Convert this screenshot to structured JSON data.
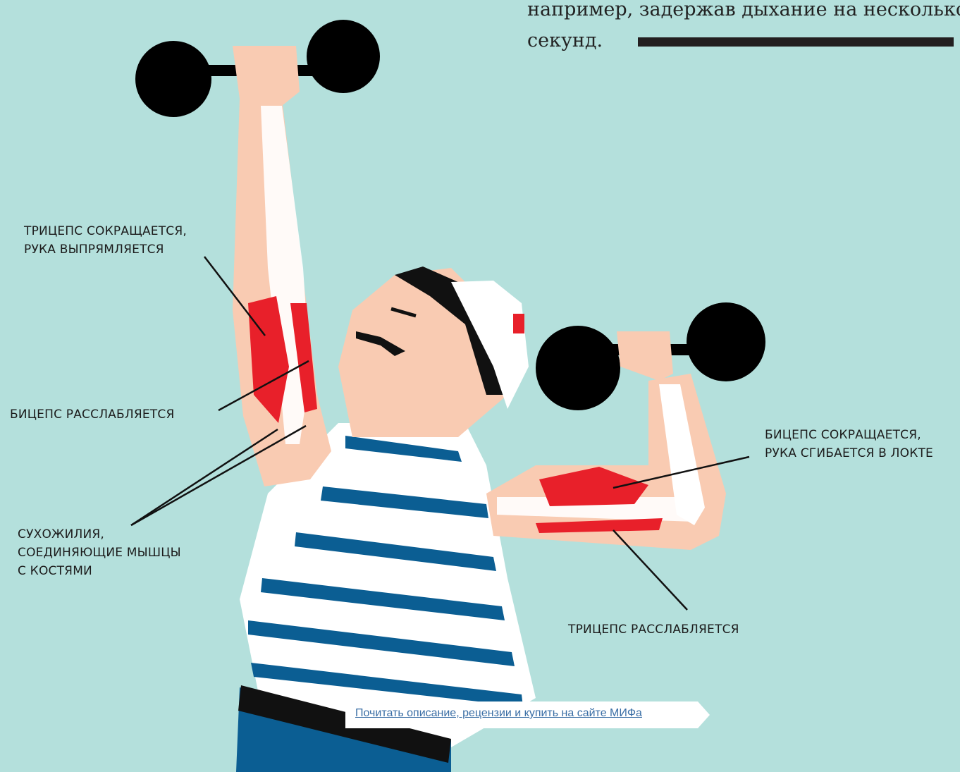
{
  "colors": {
    "background": "#b4e0dc",
    "skin": "#f9cbb2",
    "muscle": "#e8202a",
    "stripe": "#0b5e93",
    "dumbbell": "#000000",
    "link": "#3a6ea5"
  },
  "body_text": {
    "line1": "например, задержав дыхание на несколько",
    "line2": "секунд."
  },
  "labels": {
    "triceps_contracts": "ТРИЦЕПС СОКРАЩАЕТСЯ,\nРУКА ВЫПРЯМЛЯЕТСЯ",
    "biceps_relaxes": "БИЦЕПС РАССЛАБЛЯЕТСЯ",
    "tendons": "СУХОЖИЛИЯ,\nСОЕДИНЯЮЩИЕ МЫШЦЫ\nС КОСТЯМИ",
    "biceps_contracts": "БИЦЕПС СОКРАЩАЕТСЯ,\nРУКА СГИБАЕТСЯ В ЛОКТЕ",
    "triceps_relaxes": "ТРИЦЕПС РАССЛАБЛЯЕТСЯ"
  },
  "cta": {
    "text": "Почитать описание, рецензии и купить на сайте МИФа"
  }
}
